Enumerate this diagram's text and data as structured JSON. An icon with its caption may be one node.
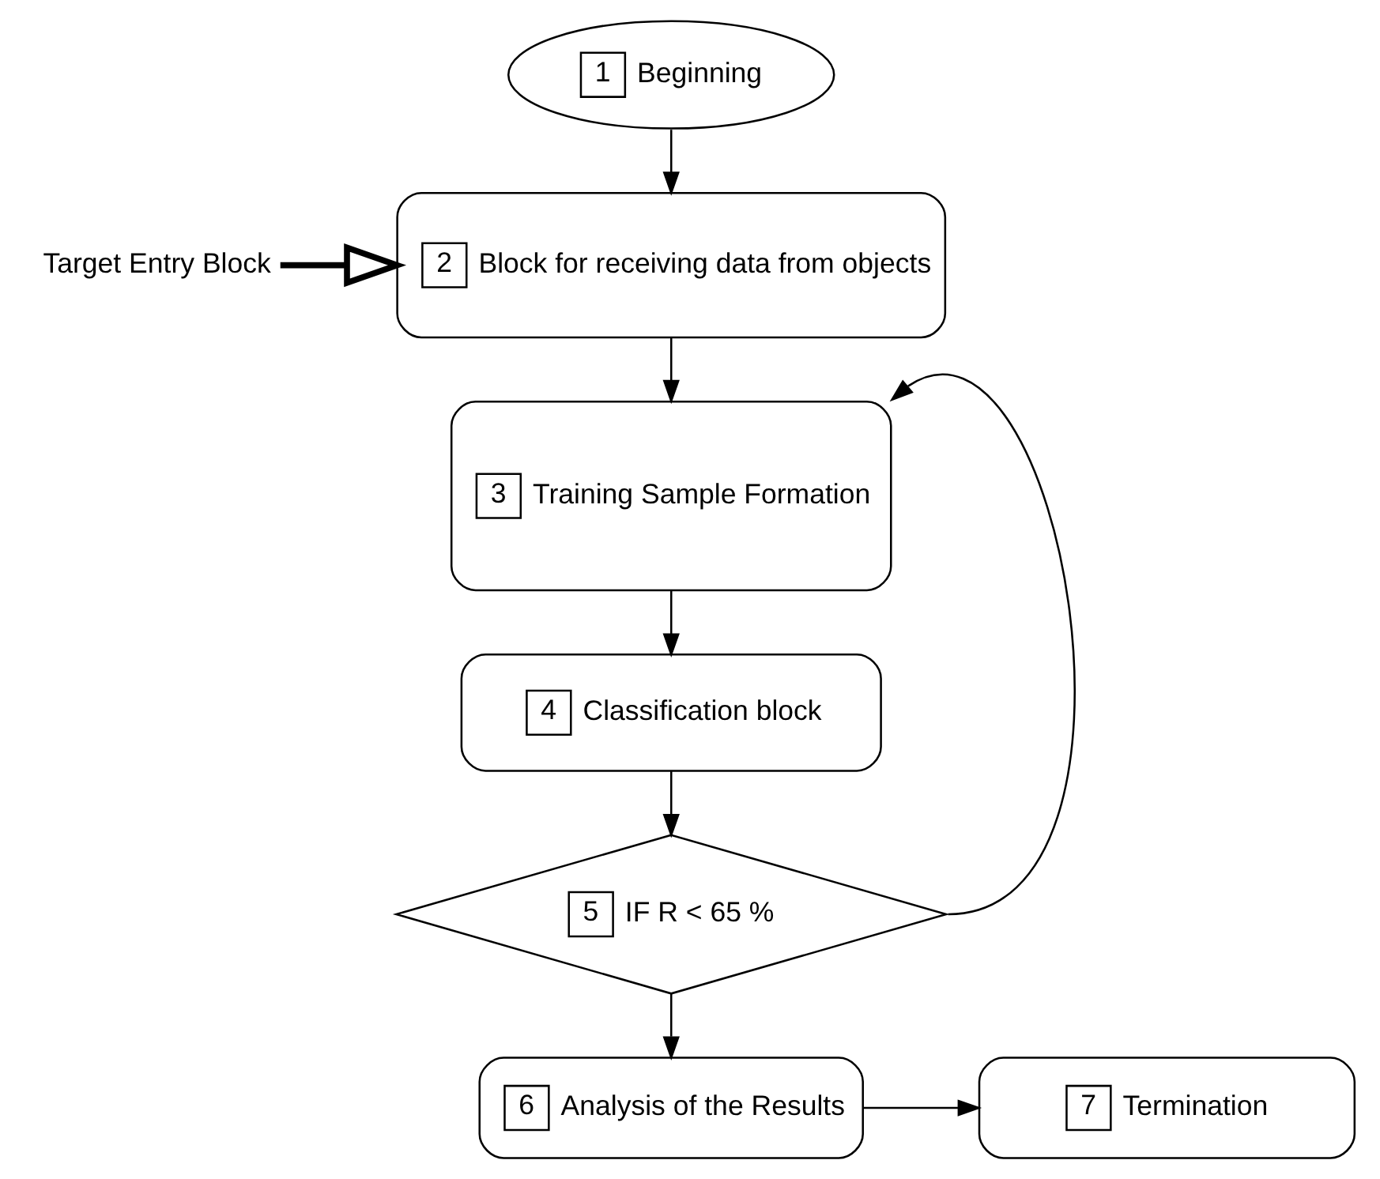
{
  "diagram": {
    "nodes": [
      {
        "text": [
          "1",
          "Beginning"
        ]
      },
      {
        "text": [
          "Target Entry Block"
        ]
      },
      {
        "text": [
          "2",
          "Block for receiving data from objects"
        ]
      },
      {
        "text": [
          "3",
          "Training Sample Formation"
        ]
      },
      {
        "text": [
          "4",
          "Classification block"
        ]
      },
      {
        "text": [
          "5",
          "IF R < 65 %"
        ]
      },
      {
        "text": [
          "6",
          "Analysis of the Results"
        ]
      },
      {
        "text": [
          "7",
          "Termination"
        ]
      }
    ],
    "edges": [
      {
        "from": 0,
        "to": 2,
        "arrow": "to"
      },
      {
        "from": 1,
        "to": 2,
        "arrow": "to",
        "style": "thick"
      },
      {
        "from": 2,
        "to": 3,
        "arrow": "to"
      },
      {
        "from": 3,
        "to": 4,
        "arrow": "to"
      },
      {
        "from": 4,
        "to": 5,
        "arrow": "to"
      },
      {
        "from": 5,
        "to": 3,
        "arrow": "to"
      },
      {
        "from": 5,
        "to": 6,
        "arrow": "to"
      },
      {
        "from": 6,
        "to": 7,
        "arrow": "to"
      }
    ]
  }
}
